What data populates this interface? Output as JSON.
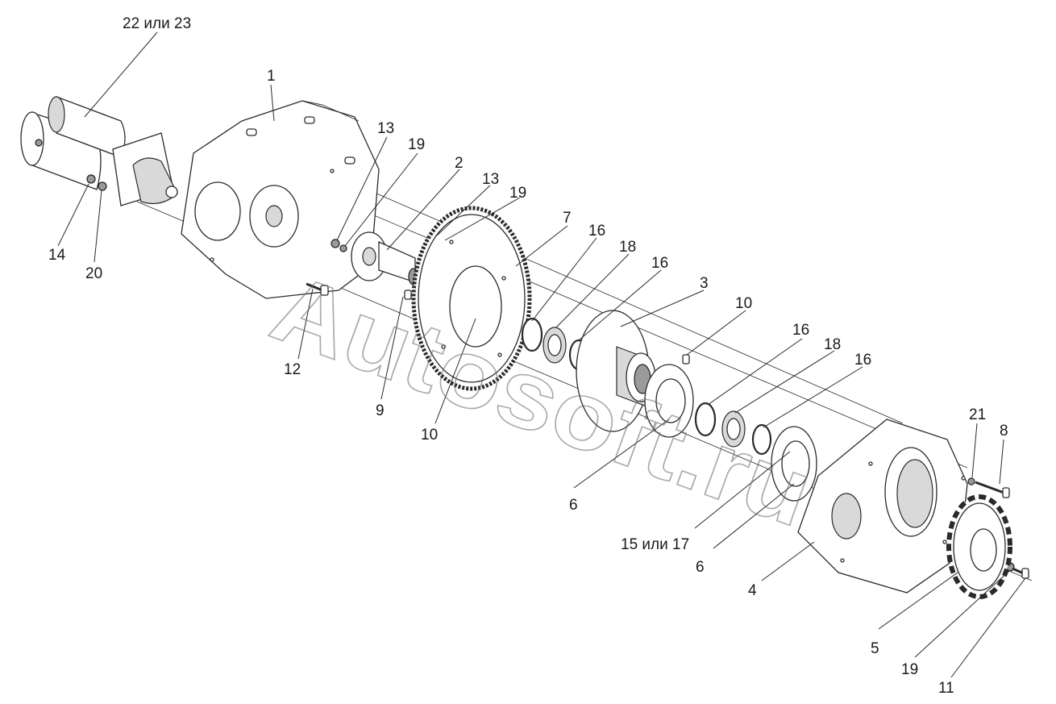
{
  "diagram": {
    "watermark": "Autosoft.ru",
    "callouts": [
      {
        "id": "c-22-23",
        "text": "22 или 23"
      },
      {
        "id": "c-1",
        "text": "1"
      },
      {
        "id": "c-13a",
        "text": "13"
      },
      {
        "id": "c-19a",
        "text": "19"
      },
      {
        "id": "c-2",
        "text": "2"
      },
      {
        "id": "c-13b",
        "text": "13"
      },
      {
        "id": "c-19b",
        "text": "19"
      },
      {
        "id": "c-7",
        "text": "7"
      },
      {
        "id": "c-16a",
        "text": "16"
      },
      {
        "id": "c-18a",
        "text": "18"
      },
      {
        "id": "c-16b",
        "text": "16"
      },
      {
        "id": "c-3",
        "text": "3"
      },
      {
        "id": "c-10a",
        "text": "10"
      },
      {
        "id": "c-16c",
        "text": "16"
      },
      {
        "id": "c-18b",
        "text": "18"
      },
      {
        "id": "c-16d",
        "text": "16"
      },
      {
        "id": "c-14",
        "text": "14"
      },
      {
        "id": "c-20",
        "text": "20"
      },
      {
        "id": "c-12",
        "text": "12"
      },
      {
        "id": "c-9",
        "text": "9"
      },
      {
        "id": "c-10b",
        "text": "10"
      },
      {
        "id": "c-6a",
        "text": "6"
      },
      {
        "id": "c-21",
        "text": "21"
      },
      {
        "id": "c-8",
        "text": "8"
      },
      {
        "id": "c-15-17",
        "text": "15 или 17"
      },
      {
        "id": "c-6b",
        "text": "6"
      },
      {
        "id": "c-4",
        "text": "4"
      },
      {
        "id": "c-5",
        "text": "5"
      },
      {
        "id": "c-19c",
        "text": "19"
      },
      {
        "id": "c-11",
        "text": "11"
      }
    ]
  }
}
